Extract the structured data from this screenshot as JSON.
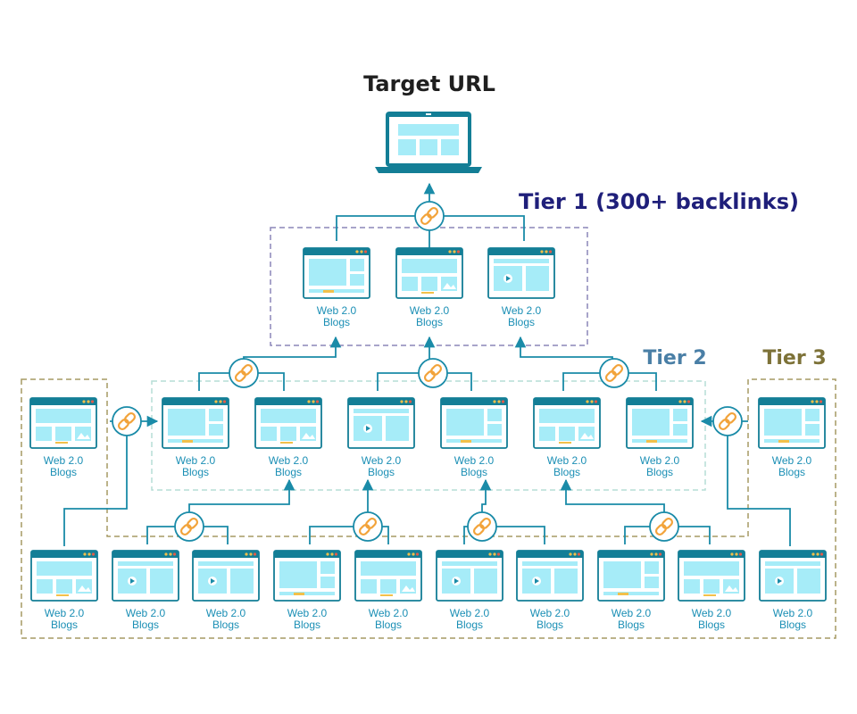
{
  "title": "Target URL",
  "tier1_label": "Tier 1 (300+ backlinks)",
  "tier2_label": "Tier 2",
  "tier3_label": "Tier 3",
  "node_label_line1": "Web 2.0",
  "node_label_line2": "Blogs",
  "colors": {
    "title": "#1f1f1f",
    "tier1": "#1f1f7a",
    "tier2": "#4a7fa6",
    "tier3": "#7d7238",
    "line": "#1a8ba8",
    "screen": "#a6ecf8",
    "link_icon": "#f2a33a",
    "tier1_border": "#8b86b8",
    "tier2_border": "#b5ddd6",
    "tier3_border": "#a69a63"
  }
}
